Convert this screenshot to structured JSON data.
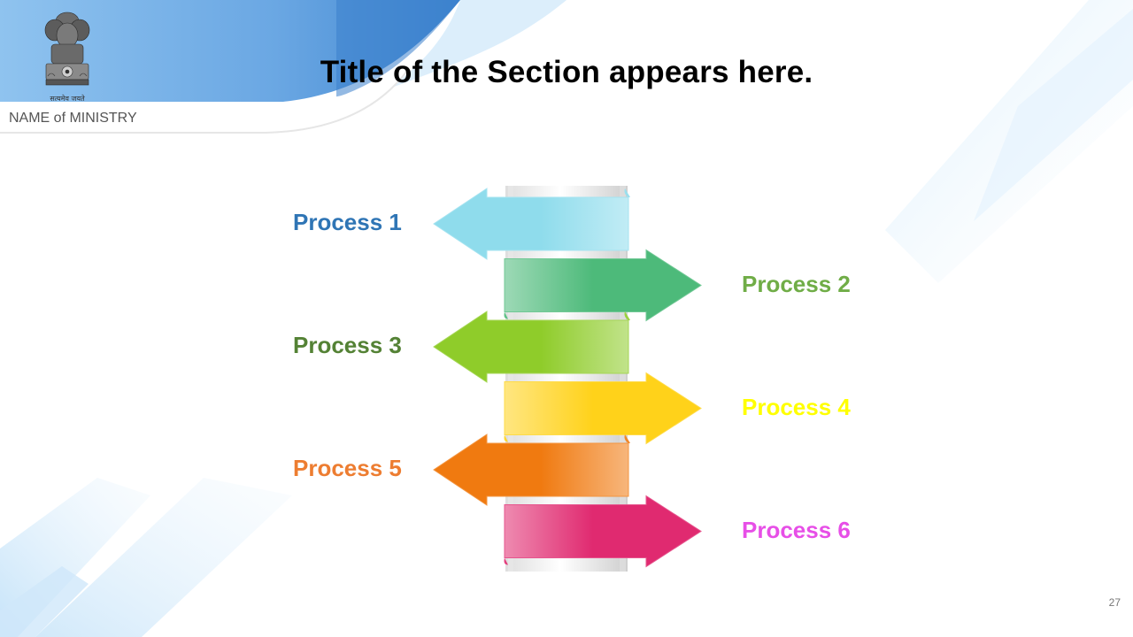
{
  "header": {
    "title": "Title of the Section appears here.",
    "ministry": "NAME of MINISTRY",
    "emblem_motto": "सत्यमेव जयते"
  },
  "diagram": {
    "processes": [
      {
        "label": "Process 1",
        "direction": "left",
        "label_color": "#2f75b5",
        "arrow_color": "#8fdcec"
      },
      {
        "label": "Process 2",
        "direction": "right",
        "label_color": "#70ad47",
        "arrow_color": "#4dba7a"
      },
      {
        "label": "Process 3",
        "direction": "left",
        "label_color": "#548235",
        "arrow_color": "#8fcc2a"
      },
      {
        "label": "Process 4",
        "direction": "right",
        "label_color": "#ffff00",
        "arrow_color": "#ffd21a"
      },
      {
        "label": "Process 5",
        "direction": "left",
        "label_color": "#ed7d31",
        "arrow_color": "#f07a10"
      },
      {
        "label": "Process 6",
        "direction": "right",
        "label_color": "#e74fe7",
        "arrow_color": "#e02a70"
      }
    ]
  },
  "footer": {
    "page_number": "27"
  },
  "colors": {
    "accent_blue": "#4a8fd6",
    "light_blue": "#cfe7fa"
  }
}
